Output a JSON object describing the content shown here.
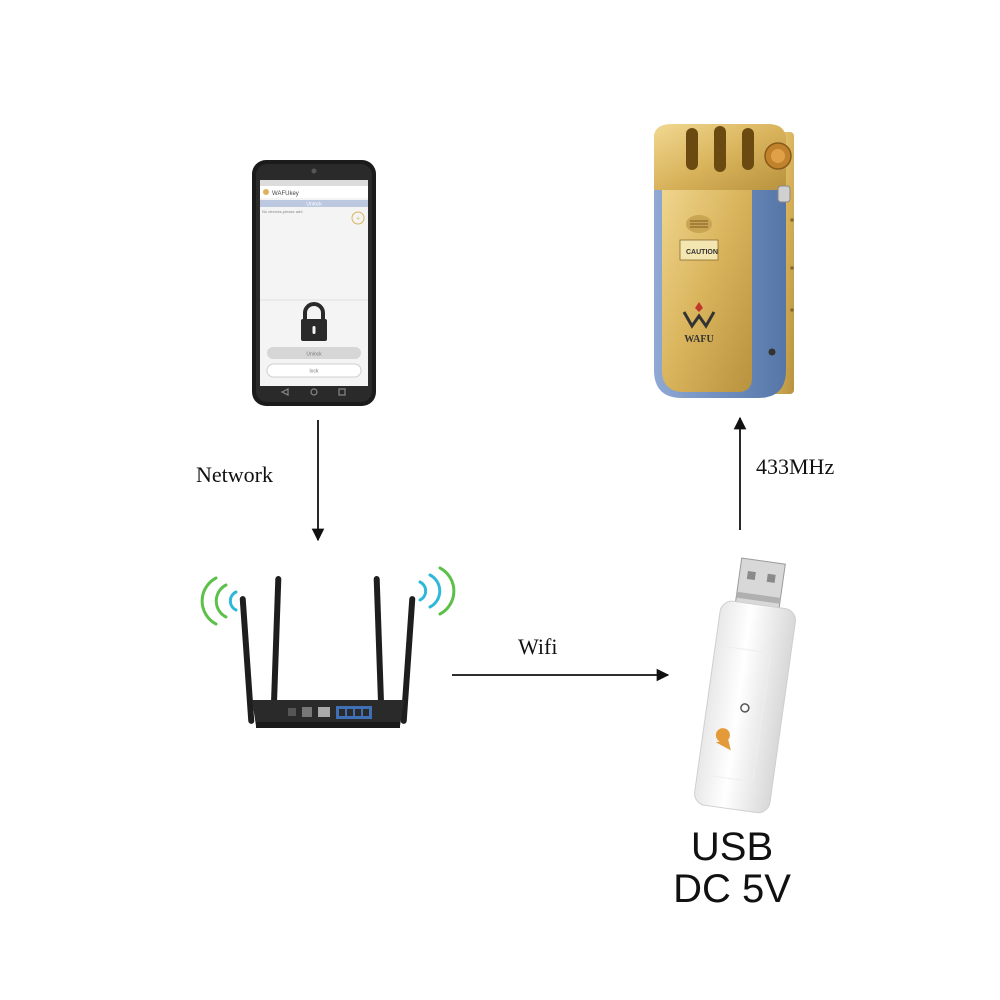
{
  "phone": {
    "app_title": "WAFUkey",
    "tab_label": "Unlock",
    "notice": "No devices,please add",
    "unlock_button": "Unlock",
    "lock_button": "lock"
  },
  "edges": {
    "network": "Network",
    "wifi": "Wifi",
    "rf": "433MHz"
  },
  "lock": {
    "brand": "WAFU",
    "caution": "CAUTION"
  },
  "dongle": {
    "label_line1": "USB",
    "label_line2": "DC 5V"
  },
  "colors": {
    "lock_gold": "#d9b45c",
    "lock_blue": "#6f8fc0",
    "wifi_green": "#5cc04a",
    "wifi_cyan": "#2fb8d8",
    "router_body": "#2a2a2a"
  },
  "icons": [
    "padlock-icon",
    "recycle-icon",
    "wifi-waves-icon"
  ]
}
